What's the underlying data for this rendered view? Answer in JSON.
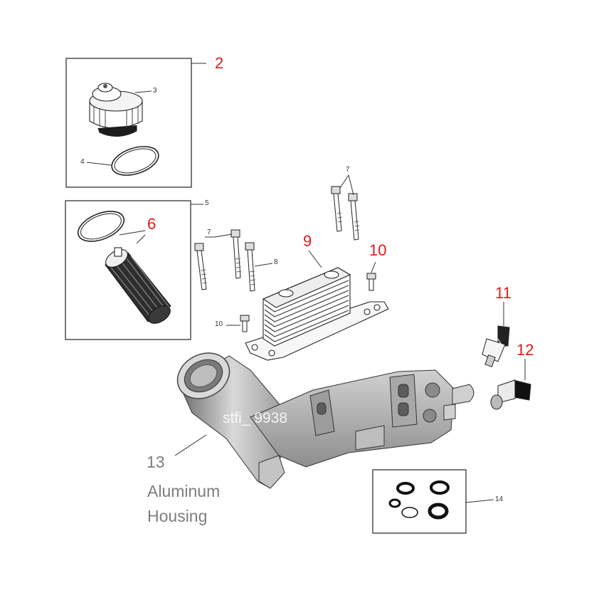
{
  "colors": {
    "callout_red": "#e21a1a",
    "callout_gray": "#7d7d7d",
    "line": "#333333"
  },
  "callouts": {
    "n2": "2",
    "n3": "3",
    "n4": "4",
    "n5": "5",
    "n6": "6",
    "n7a": "7",
    "n7b": "7",
    "n8": "8",
    "n9": "9",
    "n10a": "10",
    "n10b": "10",
    "n11": "11",
    "n12": "12",
    "n13": "13",
    "n14": "14"
  },
  "housing_label": {
    "line1": "Aluminum",
    "line2": "Housing"
  },
  "watermark": "stfi_ 9938"
}
